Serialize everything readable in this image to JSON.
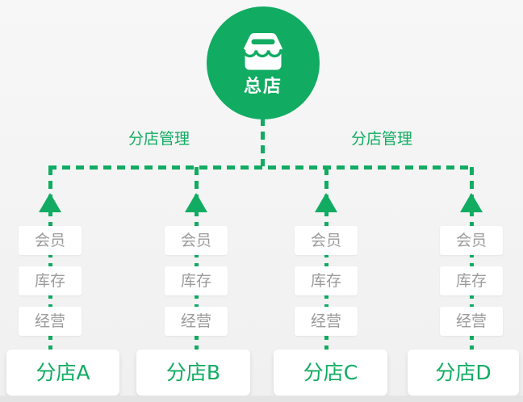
{
  "diagram": {
    "root": {
      "label": "总店",
      "icon": "storefront-icon"
    },
    "manage_label_left": "分店管理",
    "manage_label_right": "分店管理",
    "branches": [
      {
        "name": "分店A",
        "features": [
          "会员",
          "库存",
          "经营"
        ]
      },
      {
        "name": "分店B",
        "features": [
          "会员",
          "库存",
          "经营"
        ]
      },
      {
        "name": "分店C",
        "features": [
          "会员",
          "库存",
          "经营"
        ]
      },
      {
        "name": "分店D",
        "features": [
          "会员",
          "库存",
          "经营"
        ]
      }
    ],
    "colors": {
      "accent_green": "#11AC62",
      "feature_text": "#9B9B9B",
      "background": "#F3F3F3",
      "node_background": "#FFFFFF"
    }
  }
}
